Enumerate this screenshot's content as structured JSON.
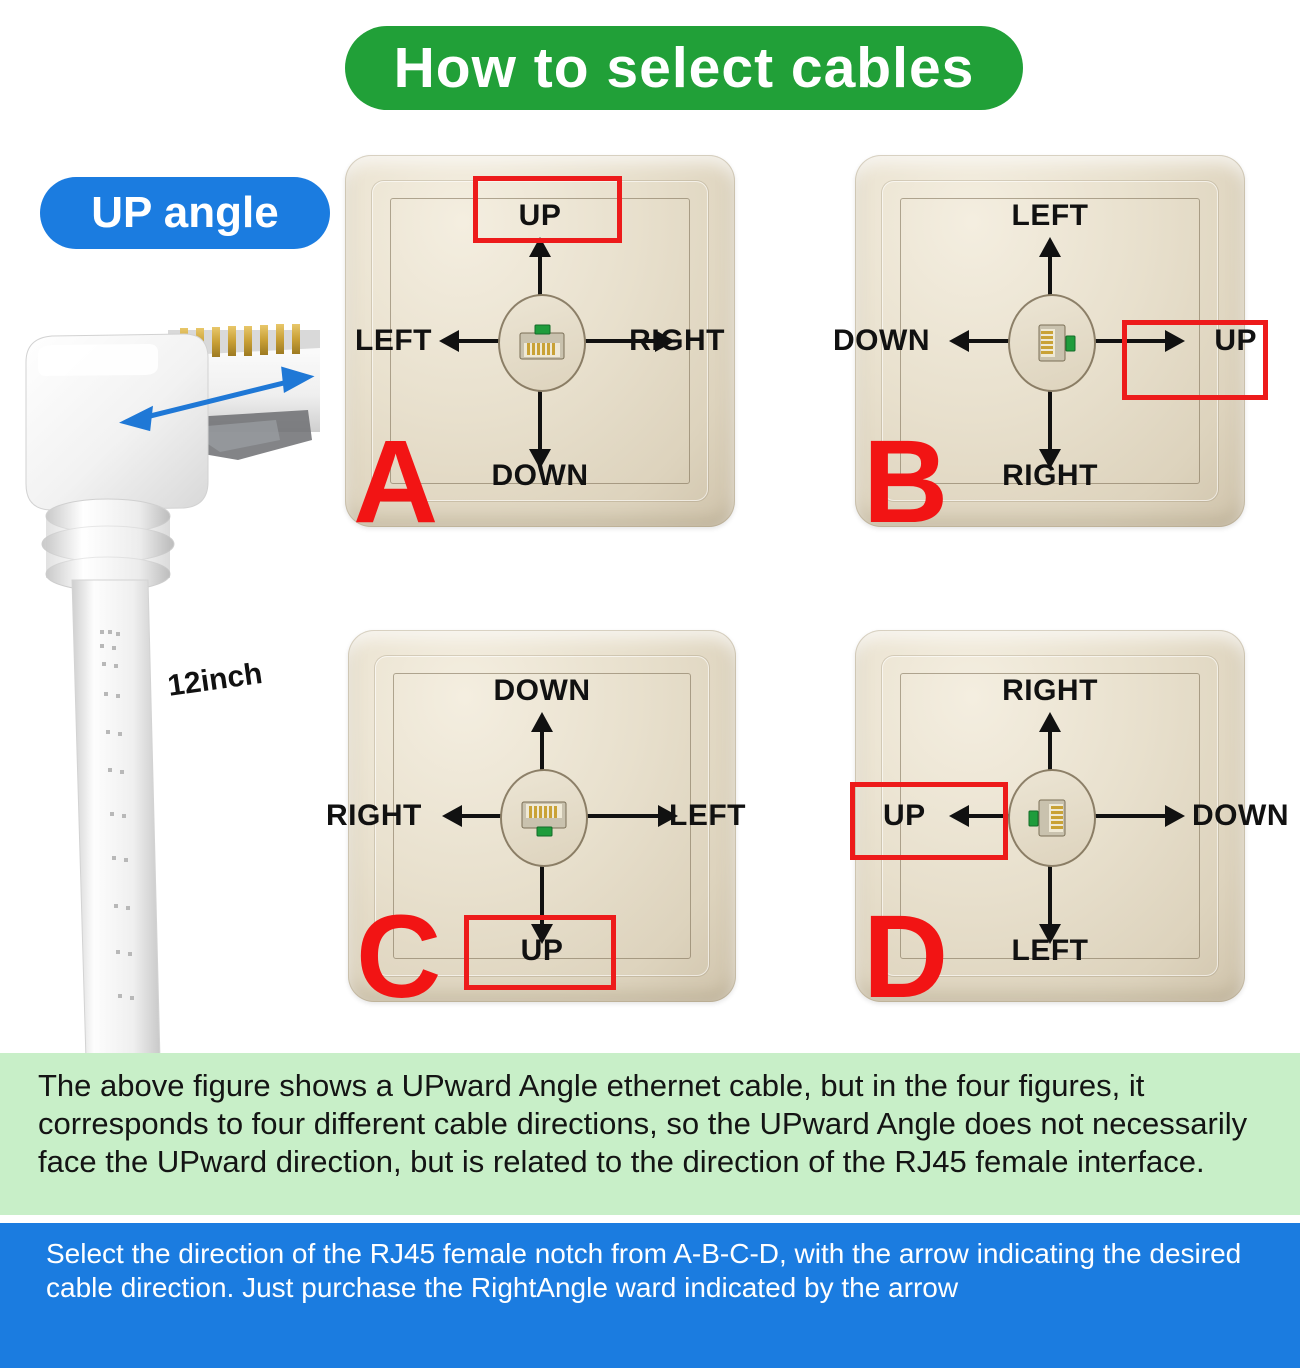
{
  "header": {
    "title": "How to select cables"
  },
  "badge": {
    "label": "UP angle"
  },
  "cable": {
    "dimension_label": "12inch",
    "icon": "rj45-up-angle-connector"
  },
  "panels": [
    {
      "letter": "A",
      "top": "UP",
      "left": "LEFT",
      "right": "RIGHT",
      "bottom": "DOWN",
      "notch": "top",
      "highlight": "top"
    },
    {
      "letter": "B",
      "top": "LEFT",
      "left": "DOWN",
      "right": "UP",
      "bottom": "RIGHT",
      "notch": "right",
      "highlight": "right"
    },
    {
      "letter": "C",
      "top": "DOWN",
      "left": "RIGHT",
      "right": "LEFT",
      "bottom": "UP",
      "notch": "bottom",
      "highlight": "bottom"
    },
    {
      "letter": "D",
      "top": "RIGHT",
      "left": "UP",
      "right": "DOWN",
      "bottom": "LEFT",
      "notch": "left",
      "highlight": "left"
    }
  ],
  "notes": {
    "green": "The above figure shows a UPward Angle ethernet cable, but in the four figures, it corresponds to four different cable directions, so the UPward Angle does not necessarily face the UPward direction, but is related to the direction of the RJ45 female interface.",
    "blue": "Select the direction of the RJ45 female notch from A-B-C-D, with the arrow indicating the desired cable direction. Just purchase the RightAngle ward indicated by the arrow"
  },
  "colors": {
    "header_green": "#21a038",
    "badge_blue": "#1b7ce0",
    "note_green_bg": "#c8efc8",
    "note_blue_bg": "#1b7ce0",
    "highlight_red": "#ed1b1b",
    "letter_red": "#f21414",
    "plate_cream": "#e3dbc8",
    "jack_notch_green": "#1f9c3c"
  }
}
